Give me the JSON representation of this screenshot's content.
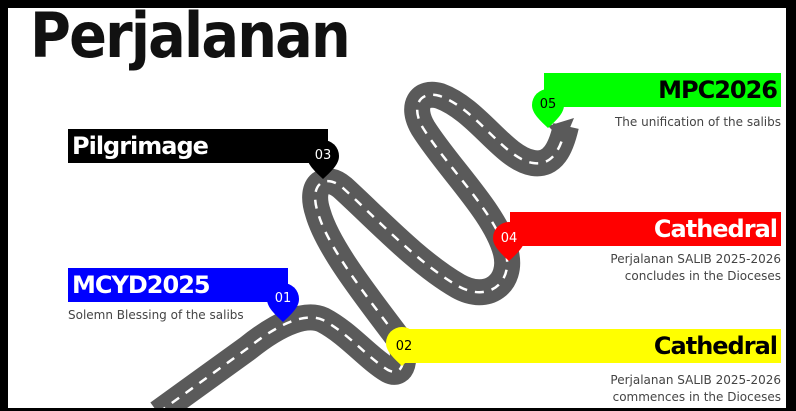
{
  "title": "Perjalanan",
  "milestones": [
    {
      "num": "01",
      "heading": "MCYD2025",
      "desc": [
        "Solemn Blessing of the salibs"
      ],
      "color": "#0000ff",
      "text_color": "#ffffff"
    },
    {
      "num": "02",
      "heading": "Cathedral",
      "desc": [
        "Perjalanan SALIB 2025-2026",
        "commences in the Dioceses"
      ],
      "color": "#ffff00",
      "text_color": "#000000"
    },
    {
      "num": "03",
      "heading": "Pilgrimage",
      "desc": [],
      "color": "#000000",
      "text_color": "#ffffff"
    },
    {
      "num": "04",
      "heading": "Cathedral",
      "desc": [
        "Perjalanan SALIB 2025-2026",
        "concludes in the Dioceses"
      ],
      "color": "#ff0000",
      "text_color": "#ffffff"
    },
    {
      "num": "05",
      "heading": "MPC2026",
      "desc": [
        "The unification of the salibs"
      ],
      "color": "#00ff00",
      "text_color": "#000000"
    }
  ],
  "colors": {
    "road": "#5a5a5a",
    "road_marking": "#ffffff",
    "frame": "#000000"
  }
}
